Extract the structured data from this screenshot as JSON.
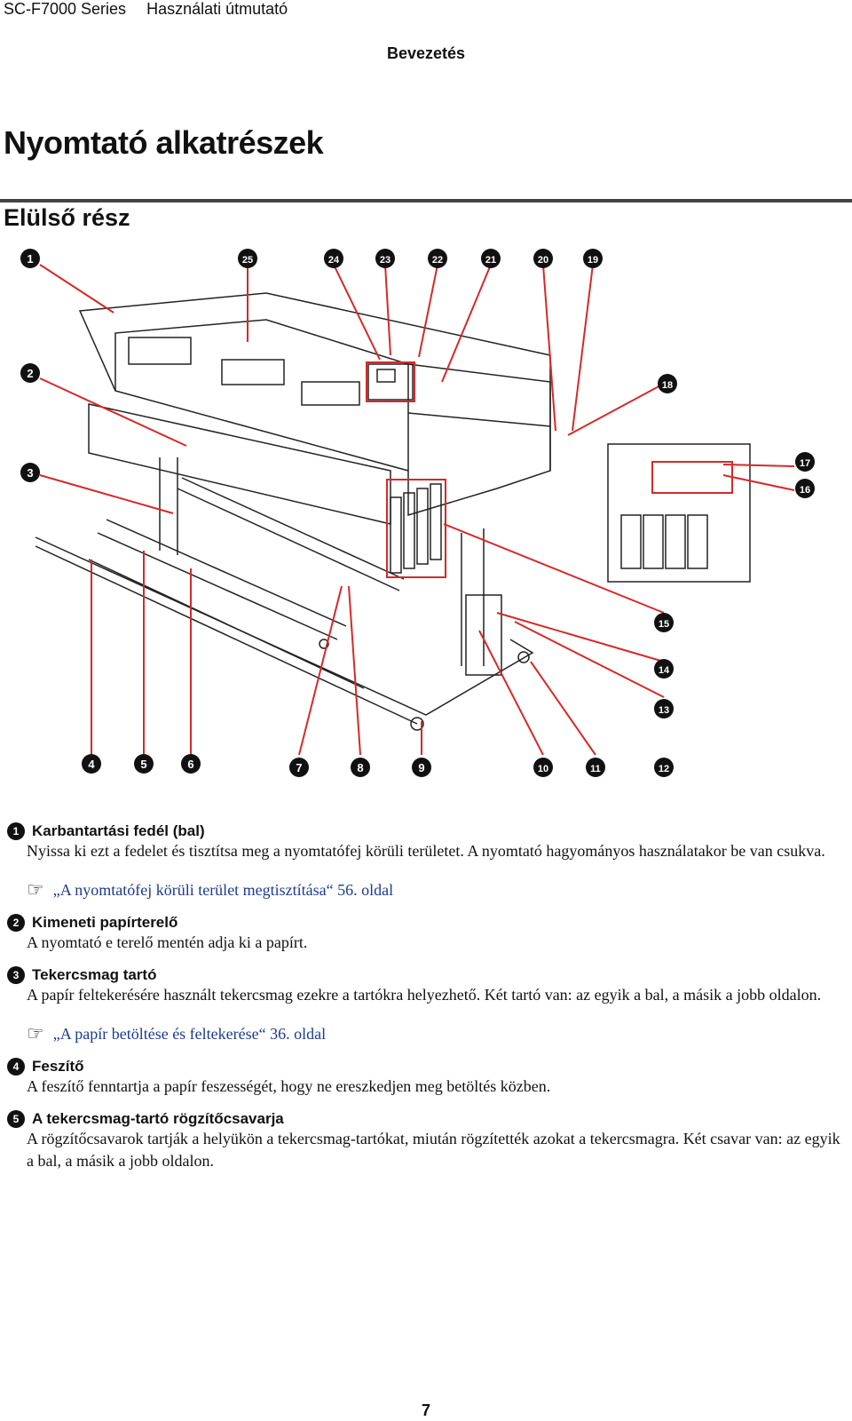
{
  "header": {
    "series": "SC-F7000 Series",
    "manual": "Használati útmutató"
  },
  "chapter": "Bevezetés",
  "title": "Nyomtató alkatrészek",
  "subtitle": "Elülső rész",
  "callouts": [
    "1",
    "2",
    "3",
    "4",
    "5",
    "6",
    "7",
    "8",
    "9",
    "10",
    "11",
    "12",
    "13",
    "14",
    "15",
    "16",
    "17",
    "18",
    "19",
    "20",
    "21",
    "22",
    "23",
    "24",
    "25"
  ],
  "items": [
    {
      "num": "1",
      "title": "Karbantartási fedél (bal)",
      "body": "Nyissa ki ezt a fedelet és tisztítsa meg a nyomtatófej körüli területet. A nyomtató hagyományos használatakor be van csukva.",
      "ref": "„A nyomtatófej körüli terület megtisztítása“ 56. oldal"
    },
    {
      "num": "2",
      "title": "Kimeneti papírterelő",
      "body": "A nyomtató e terelő mentén adja ki a papírt."
    },
    {
      "num": "3",
      "title": "Tekercsmag tartó",
      "body": "A papír feltekerésére használt tekercsmag ezekre a tartókra helyezhető. Két tartó van: az egyik a bal, a másik a jobb oldalon.",
      "ref": "„A papír betöltése és feltekerése“ 36. oldal"
    },
    {
      "num": "4",
      "title": "Feszítő",
      "body": "A feszítő fenntartja a papír feszességét, hogy ne ereszkedjen meg betöltés közben."
    },
    {
      "num": "5",
      "title": "A tekercsmag-tartó rögzítőcsavarja",
      "body": "A rögzítőcsavarok tartják a helyükön a tekercsmag-tartókat, miután rögzítették azokat a tekercsmagra. Két csavar van: az egyik a bal, a másik a jobb oldalon."
    }
  ],
  "page_number": "7",
  "colors": {
    "leader": "#d42a2a",
    "badge": "#111111"
  }
}
